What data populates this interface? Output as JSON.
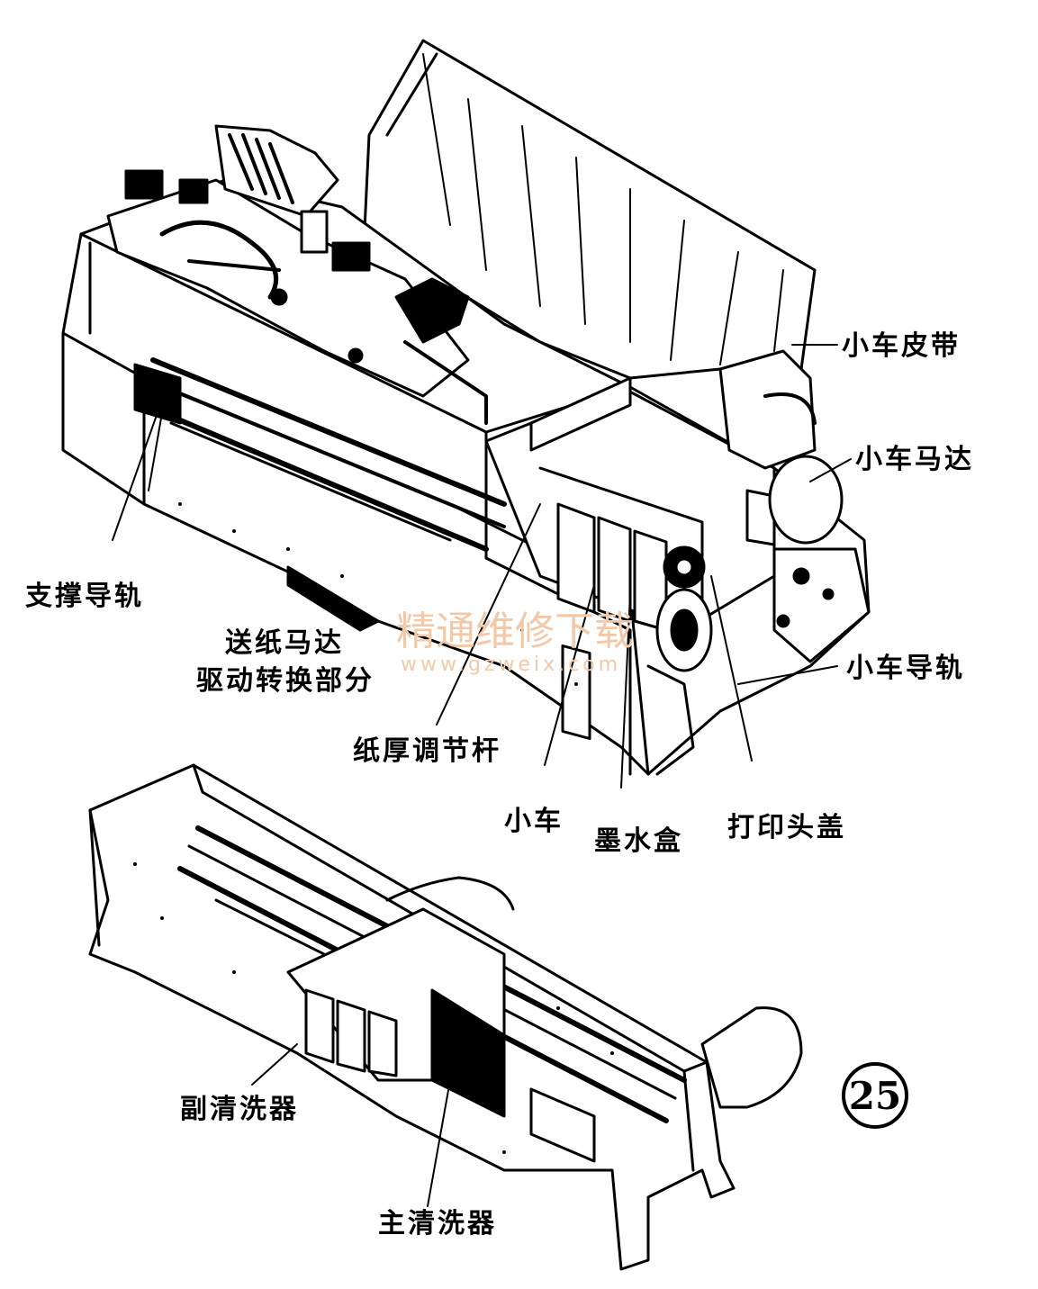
{
  "figure": {
    "number": "25",
    "watermark_cn": "精通维修下载",
    "watermark_url": "www.gzweix.com"
  },
  "labels": {
    "carriage_belt": "小车皮带",
    "carriage_motor": "小车马达",
    "support_rail": "支撑导轨",
    "feed_motor_line1": "送纸马达",
    "feed_motor_line2": "驱动转换部分",
    "carriage_rail": "小车导轨",
    "paper_thickness_lever": "纸厚调节杆",
    "carriage": "小车",
    "ink_cartridge": "墨水盒",
    "printhead_cover": "打印头盖",
    "secondary_cleaner": "副清洗器",
    "main_cleaner": "主清洗器"
  }
}
